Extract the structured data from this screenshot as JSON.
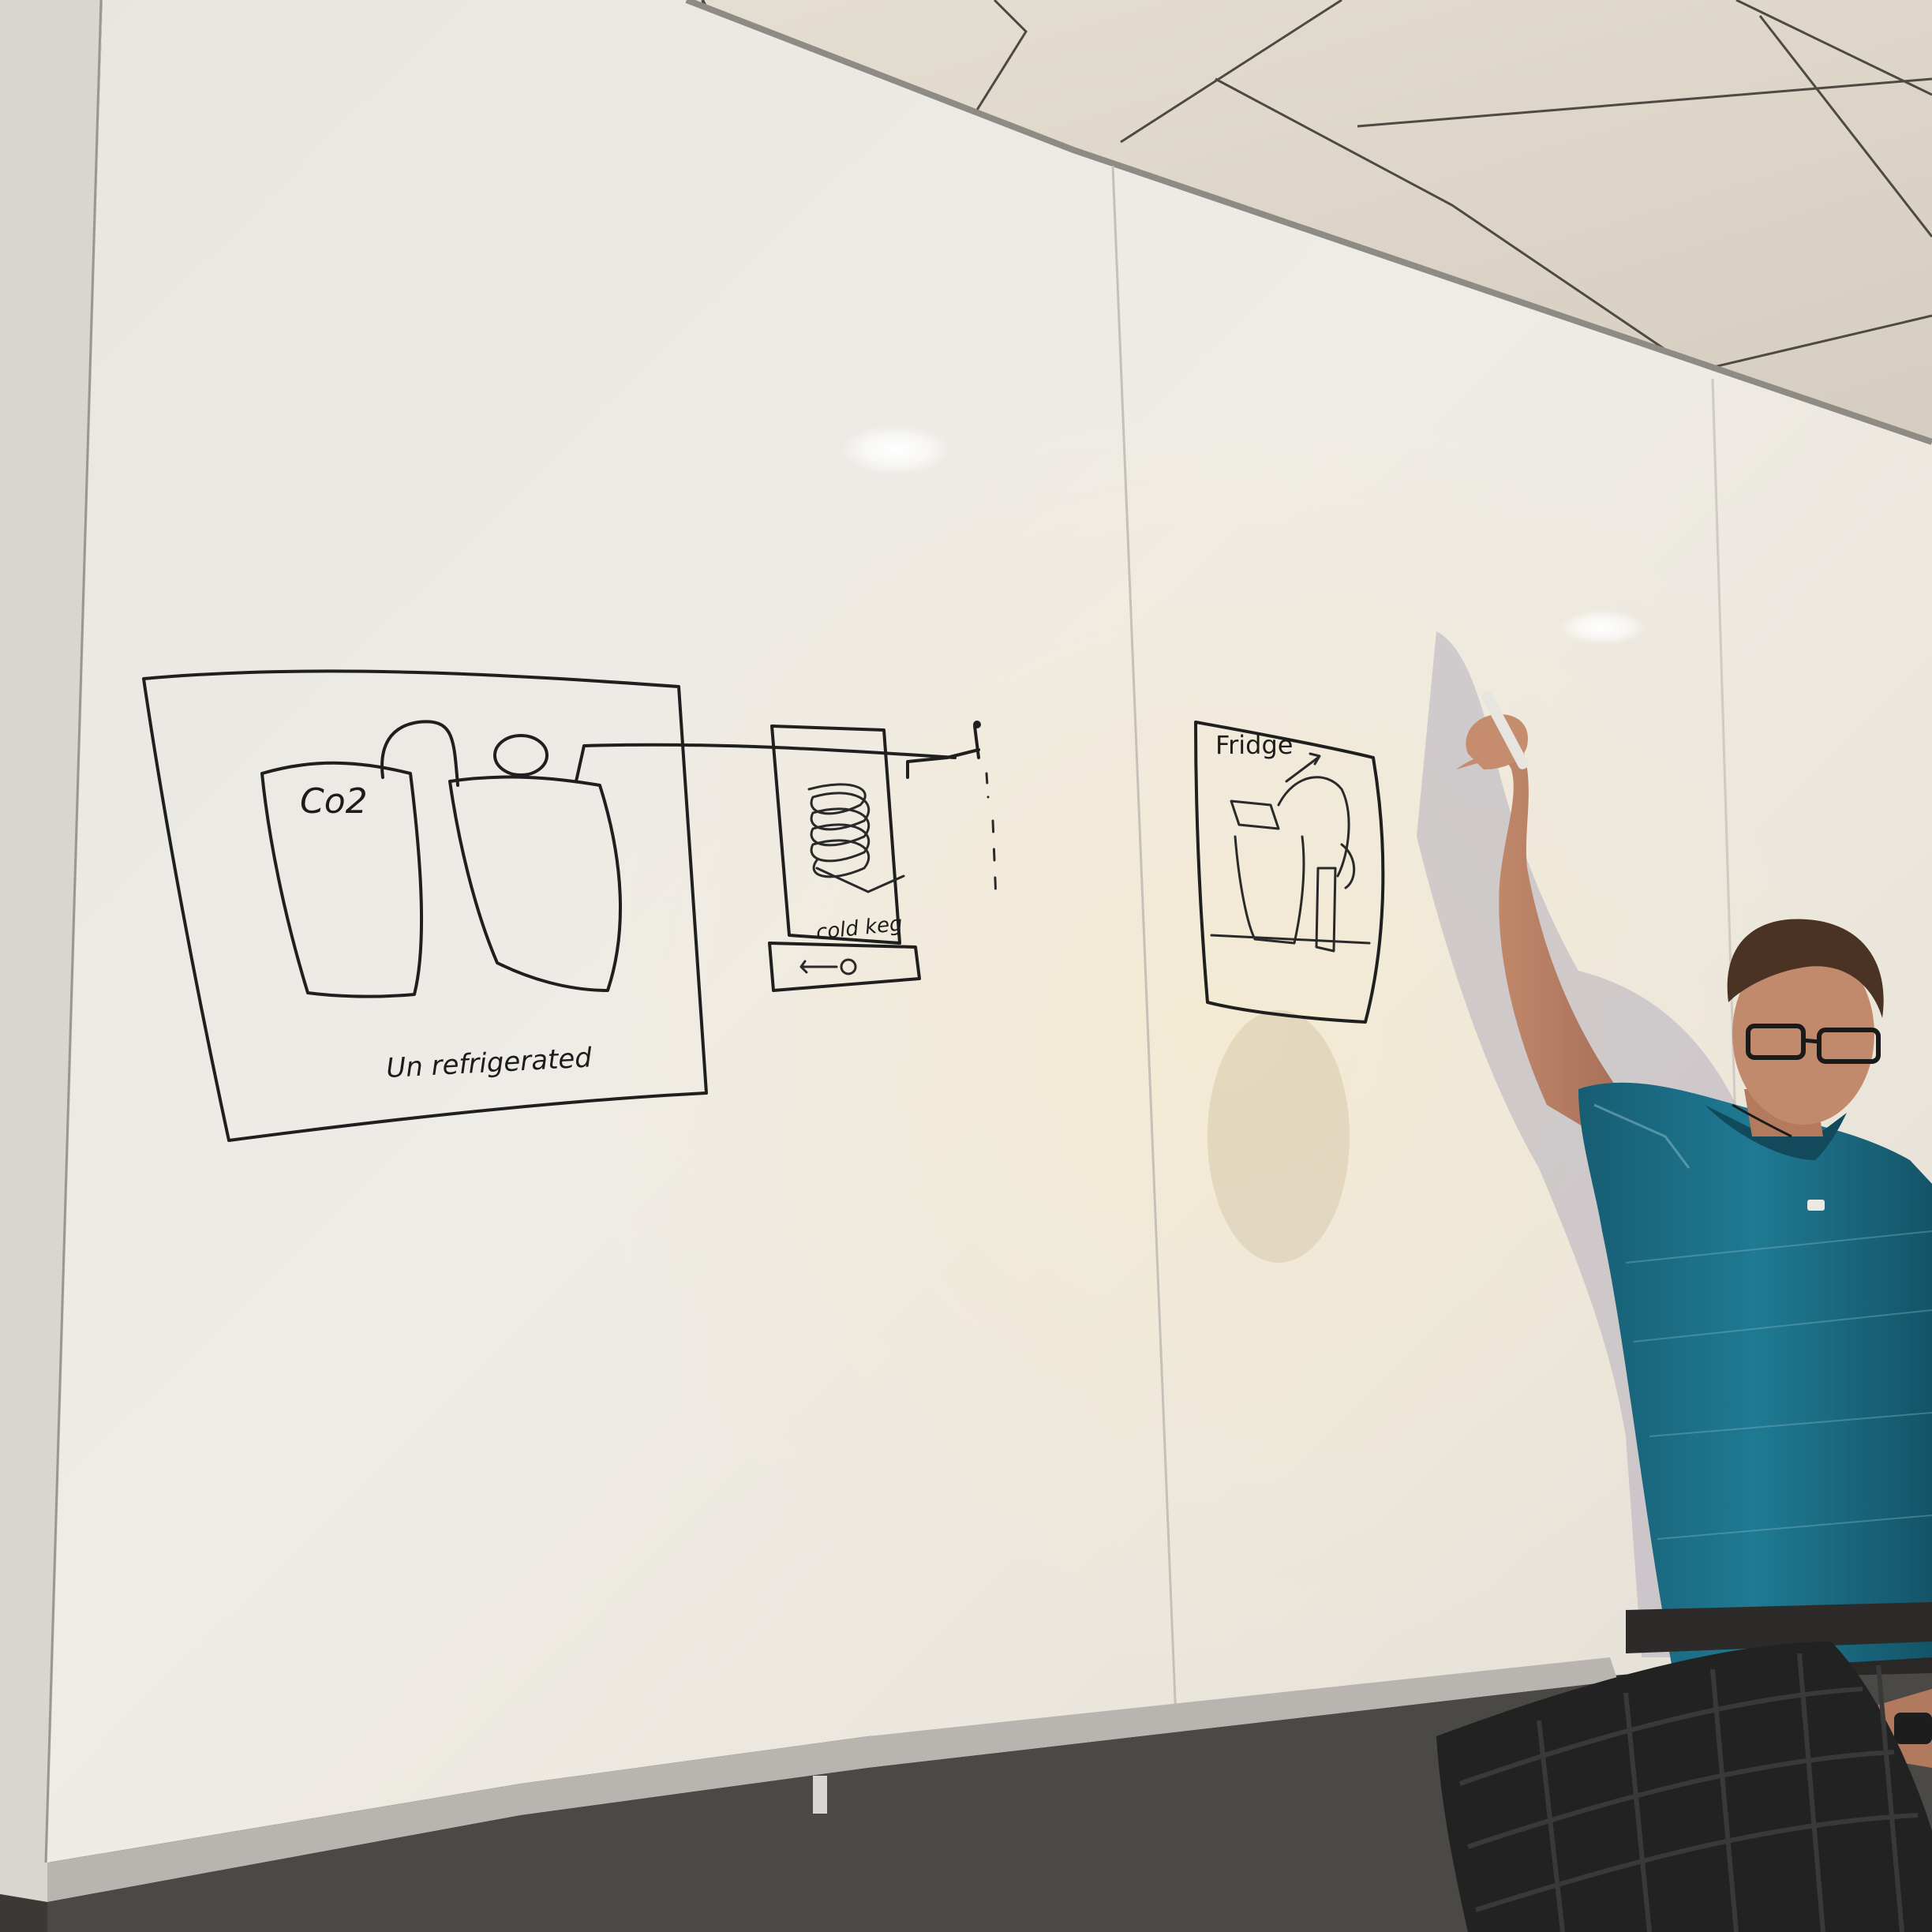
{
  "scene": {
    "kind": "photo",
    "subject": "whiteboard-sketch-and-presenter"
  },
  "whiteboard": {
    "sketch_left": {
      "label_tank": "Co2",
      "label_box": "Un refrigerated"
    },
    "sketch_middle": {
      "label_box": "cold keg"
    },
    "sketch_right": {
      "label_box": "Fridge"
    }
  },
  "colors": {
    "board": "#ece9e4",
    "ink": "#1f1f1f",
    "ceiling": "#ddd6ca",
    "shirt": "#1d6f86",
    "wall_shadow": "#b9b3c0",
    "chair": "#232223"
  }
}
